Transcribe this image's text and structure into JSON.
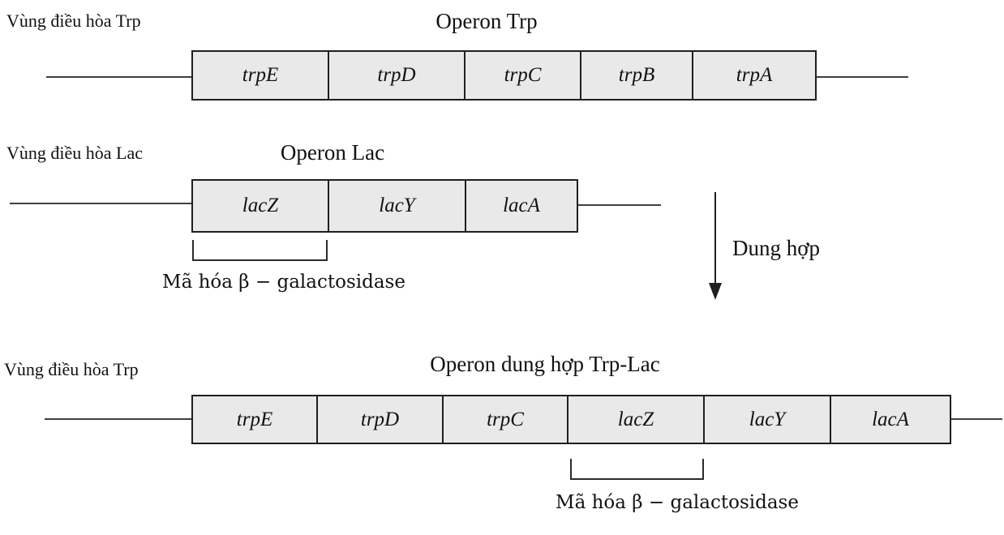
{
  "diagram": {
    "colors": {
      "box_fill": "#e9e9e9",
      "box_border": "#1f1f1f",
      "dna_line": "#3f3f3f",
      "text": "#111111"
    },
    "rows": [
      {
        "id": "trp-operon",
        "region_label": "Vùng điều hòa Trp",
        "title": "Operon Trp",
        "genes": [
          "trpE",
          "trpD",
          "trpC",
          "trpB",
          "trpA"
        ]
      },
      {
        "id": "lac-operon",
        "region_label": "Vùng điều hòa Lac",
        "title": "Operon Lac",
        "genes": [
          "lacZ",
          "lacY",
          "lacA"
        ],
        "bracket_label": "Mã hóa β − galactosidase"
      },
      {
        "id": "fusion-operon",
        "region_label": "Vùng điều hòa Trp",
        "title": "Operon dung hợp Trp-Lac",
        "genes": [
          "trpE",
          "trpD",
          "trpC",
          "lacZ",
          "lacY",
          "lacA"
        ],
        "bracket_label": "Mã hóa β − galactosidase"
      }
    ],
    "arrow": {
      "label": "Dung hợp"
    }
  }
}
